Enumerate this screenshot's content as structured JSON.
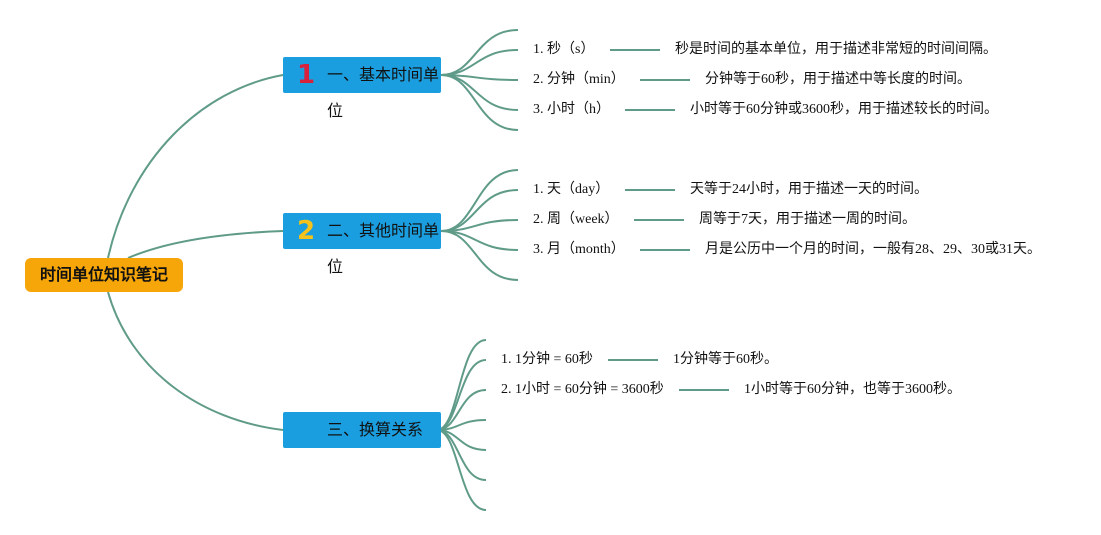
{
  "root": {
    "title": "时间单位知识笔记",
    "color": "#f7a60a"
  },
  "branches": [
    {
      "badge": "1",
      "badge_color": "#d8213a",
      "label": "一、基本时间单位",
      "items": [
        {
          "label": "1. 秒（s）",
          "desc": "秒是时间的基本单位，用于描述非常短的时间间隔。"
        },
        {
          "label": "2. 分钟（min）",
          "desc": "分钟等于60秒，用于描述中等长度的时间。"
        },
        {
          "label": "3. 小时（h）",
          "desc": "小时等于60分钟或3600秒，用于描述较长的时间。"
        }
      ]
    },
    {
      "badge": "2",
      "badge_color": "#f3c31b",
      "label": "二、其他时间单位",
      "items": [
        {
          "label": "1. 天（day）",
          "desc": "天等于24小时，用于描述一天的时间。"
        },
        {
          "label": "2. 周（week）",
          "desc": "周等于7天，用于描述一周的时间。"
        },
        {
          "label": "3. 月（month）",
          "desc": "月是公历中一个月的时间，一般有28、29、30或31天。"
        }
      ]
    },
    {
      "badge": "",
      "badge_color": "#1b9ee0",
      "label": "三、换算关系",
      "items": [
        {
          "label": "1. 1分钟 = 60秒",
          "desc": "1分钟等于60秒。"
        },
        {
          "label": "2. 1小时 = 60分钟 = 3600秒",
          "desc": "1小时等于60分钟，也等于3600秒。"
        }
      ]
    }
  ],
  "colors": {
    "branch_fill": "#1b9ee0",
    "link": "#5f9b88"
  }
}
